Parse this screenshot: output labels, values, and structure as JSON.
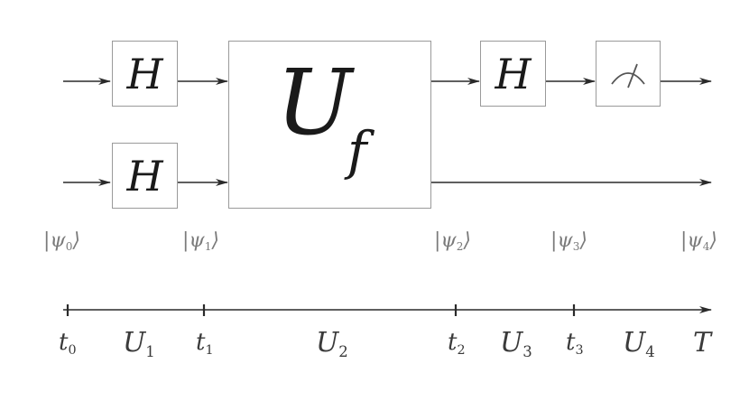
{
  "gates": {
    "h1": "H",
    "h2": "H",
    "uf_main": "U",
    "uf_sub": "f",
    "h3": "H",
    "measure": "measurement-meter-icon"
  },
  "states": [
    {
      "psi": "ψ",
      "sub": "0"
    },
    {
      "psi": "ψ",
      "sub": "1"
    },
    {
      "psi": "ψ",
      "sub": "2"
    },
    {
      "psi": "ψ",
      "sub": "3"
    },
    {
      "psi": "ψ",
      "sub": "4"
    }
  ],
  "timeline": {
    "ticks": [
      {
        "t": "t",
        "sub": "0"
      },
      {
        "t": "t",
        "sub": "1"
      },
      {
        "t": "t",
        "sub": "2"
      },
      {
        "t": "t",
        "sub": "3"
      }
    ],
    "ops": [
      {
        "u": "U",
        "sub": "1"
      },
      {
        "u": "U",
        "sub": "2"
      },
      {
        "u": "U",
        "sub": "3"
      },
      {
        "u": "U",
        "sub": "4"
      }
    ],
    "end": "T"
  }
}
